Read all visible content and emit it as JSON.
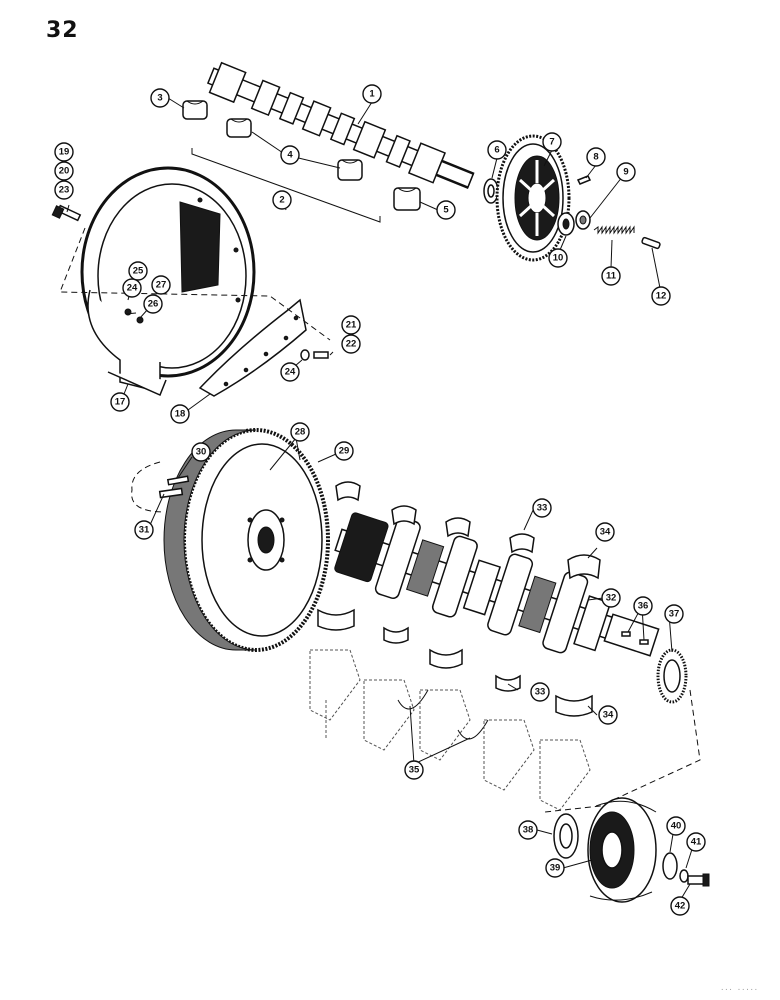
{
  "page": {
    "number": "32",
    "footer_mark": "···  ·····"
  },
  "callouts": [
    {
      "id": "c1",
      "label": "1"
    },
    {
      "id": "c2",
      "label": "2"
    },
    {
      "id": "c3",
      "label": "3"
    },
    {
      "id": "c4",
      "label": "4"
    },
    {
      "id": "c5",
      "label": "5"
    },
    {
      "id": "c6",
      "label": "6"
    },
    {
      "id": "c7",
      "label": "7"
    },
    {
      "id": "c8",
      "label": "8"
    },
    {
      "id": "c9",
      "label": "9"
    },
    {
      "id": "c10",
      "label": "10"
    },
    {
      "id": "c11",
      "label": "11"
    },
    {
      "id": "c12",
      "label": "12"
    },
    {
      "id": "c17",
      "label": "17"
    },
    {
      "id": "c18",
      "label": "18"
    },
    {
      "id": "c19",
      "label": "19"
    },
    {
      "id": "c20",
      "label": "20"
    },
    {
      "id": "c21",
      "label": "21"
    },
    {
      "id": "c22",
      "label": "22"
    },
    {
      "id": "c23",
      "label": "23"
    },
    {
      "id": "c24a",
      "label": "24"
    },
    {
      "id": "c24b",
      "label": "24"
    },
    {
      "id": "c25",
      "label": "25"
    },
    {
      "id": "c26",
      "label": "26"
    },
    {
      "id": "c27",
      "label": "27"
    },
    {
      "id": "c28",
      "label": "28"
    },
    {
      "id": "c29",
      "label": "29"
    },
    {
      "id": "c30",
      "label": "30"
    },
    {
      "id": "c31",
      "label": "31"
    },
    {
      "id": "c32",
      "label": "32"
    },
    {
      "id": "c33a",
      "label": "33"
    },
    {
      "id": "c33b",
      "label": "33"
    },
    {
      "id": "c34a",
      "label": "34"
    },
    {
      "id": "c34b",
      "label": "34"
    },
    {
      "id": "c35",
      "label": "35"
    },
    {
      "id": "c36",
      "label": "36"
    },
    {
      "id": "c37",
      "label": "37"
    },
    {
      "id": "c38",
      "label": "38"
    },
    {
      "id": "c39",
      "label": "39"
    },
    {
      "id": "c40",
      "label": "40"
    },
    {
      "id": "c41",
      "label": "41"
    },
    {
      "id": "c42",
      "label": "42"
    }
  ]
}
